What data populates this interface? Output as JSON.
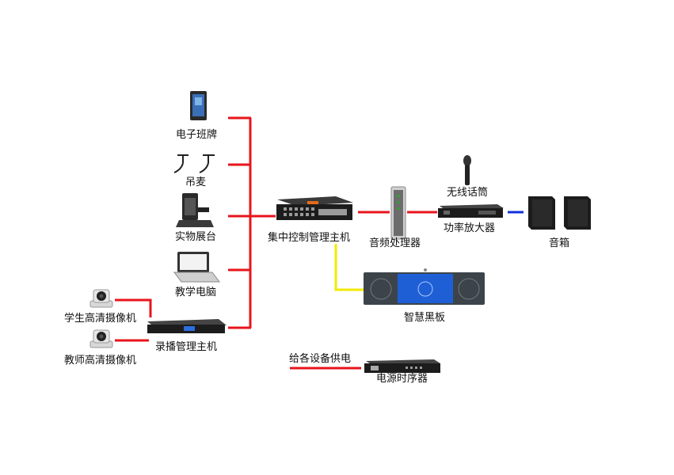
{
  "colors": {
    "control_wire": "#e8141c",
    "video_wire": "#f2ea00",
    "speaker_wire": "#1030d8",
    "device_dark": "#1c1c1c"
  },
  "devices": {
    "class_sign": {
      "label": "电子班牌",
      "icon": "tablet-icon"
    },
    "hanging_mic": {
      "label": "吊麦",
      "icon": "hanging-microphone-icon"
    },
    "visualizer": {
      "label": "实物展台",
      "icon": "document-camera-icon"
    },
    "teaching_pc": {
      "label": "教学电脑",
      "icon": "laptop-icon"
    },
    "student_camera": {
      "label": "学生高清摄像机",
      "icon": "ptz-camera-icon"
    },
    "teacher_camera": {
      "label": "教师高清摄像机",
      "icon": "ptz-camera-icon"
    },
    "recording_host": {
      "label": "录播管理主机",
      "icon": "rack-unit-icon"
    },
    "central_control": {
      "label": "集中控制管理主机",
      "icon": "control-host-icon"
    },
    "audio_processor": {
      "label": "音频处理器",
      "icon": "audio-processor-icon"
    },
    "wireless_mic": {
      "label": "无线话筒",
      "icon": "handheld-microphone-icon"
    },
    "power_amp": {
      "label": "功率放大器",
      "icon": "amplifier-icon"
    },
    "speakers": {
      "label": "音箱",
      "icon": "speaker-icon"
    },
    "smart_board": {
      "label": "智慧黑板",
      "icon": "smart-blackboard-icon"
    },
    "power_sequencer": {
      "label": "电源时序器",
      "icon": "power-sequencer-icon"
    }
  },
  "power_note": {
    "label": "给各设备供电"
  }
}
